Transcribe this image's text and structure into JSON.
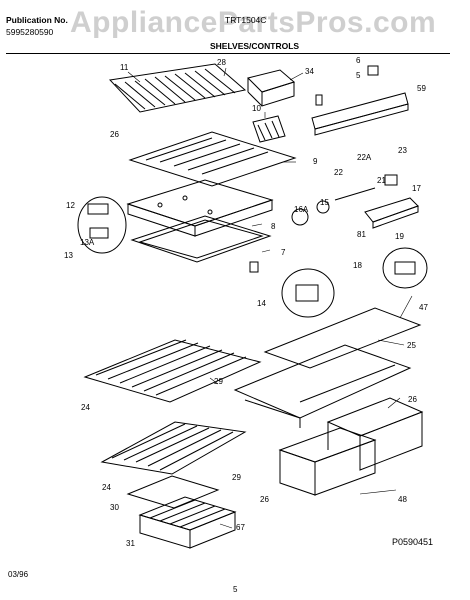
{
  "header": {
    "publication_label": "Publication No.",
    "publication_number": "5995280590",
    "model": "TRT1504C",
    "section_title": "SHELVES/CONTROLS",
    "watermark": "AppliancePartsPros.com"
  },
  "callouts": [
    "11",
    "28",
    "34",
    "6",
    "5",
    "59",
    "10",
    "26",
    "9",
    "22A",
    "23",
    "22",
    "17",
    "15",
    "16A",
    "21",
    "12",
    "8",
    "81",
    "19",
    "13A",
    "13",
    "7",
    "18",
    "14",
    "47",
    "25",
    "29",
    "24",
    "26",
    "29",
    "24",
    "30",
    "67",
    "31",
    "26",
    "48"
  ],
  "footer": {
    "reference_code": "P0590451",
    "date": "03/96",
    "page": "5"
  }
}
